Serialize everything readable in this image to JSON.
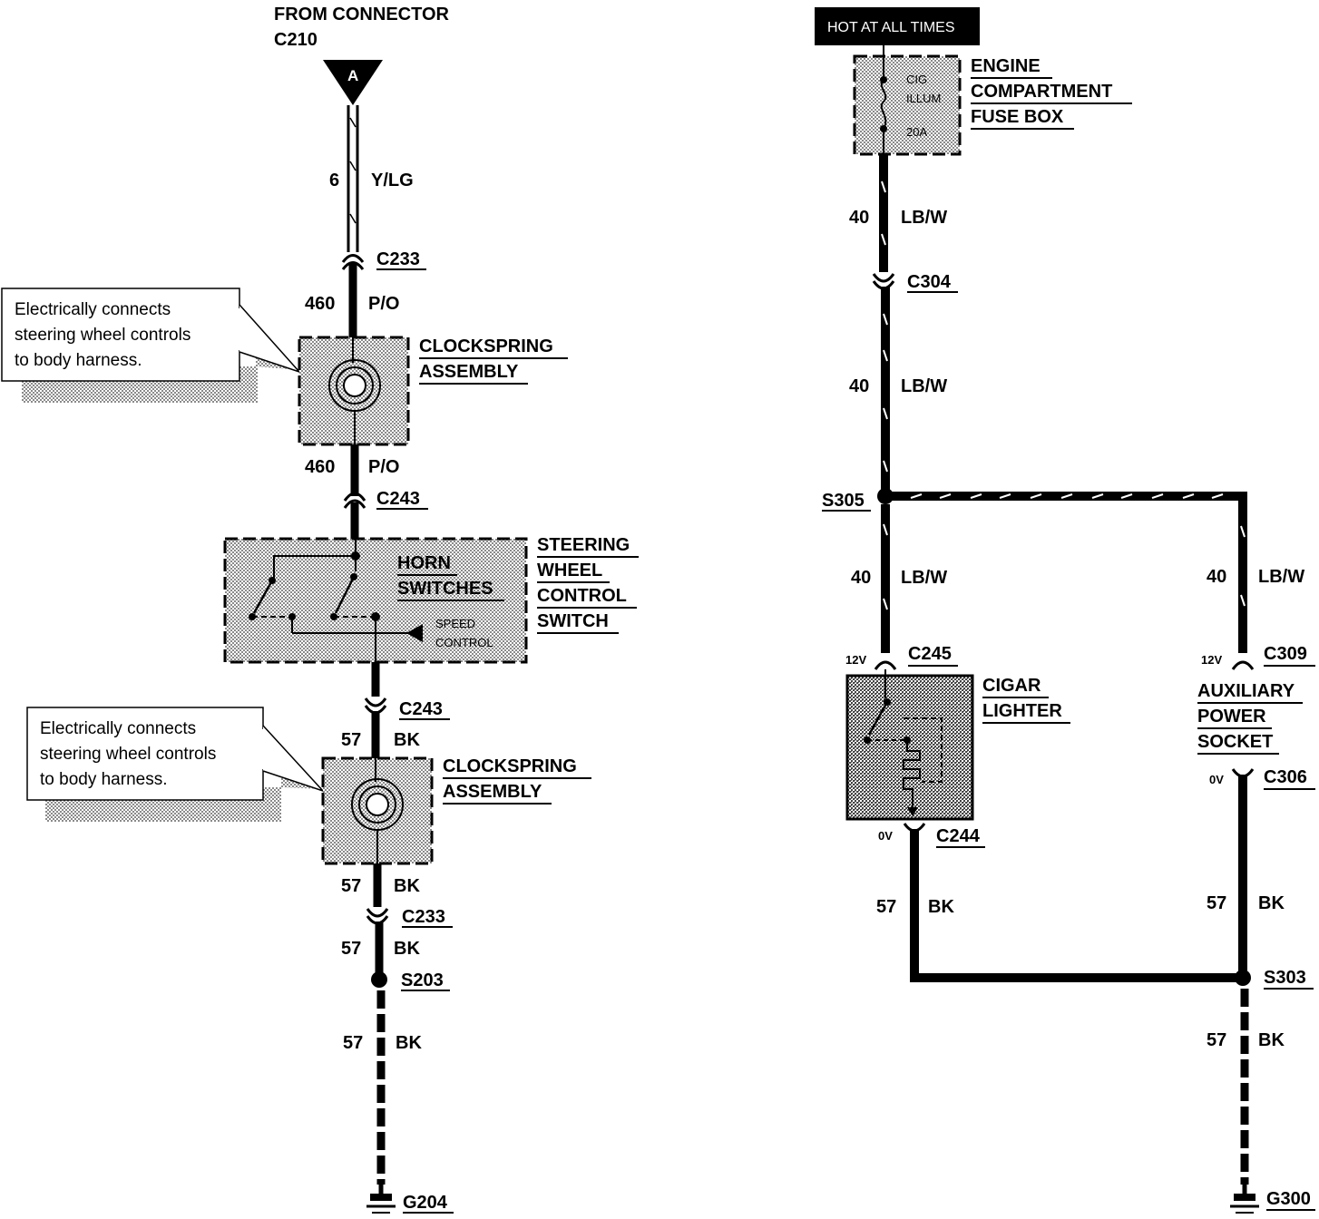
{
  "left": {
    "from_connector": {
      "line1": "FROM CONNECTOR",
      "line2": "C210",
      "pin": "A"
    },
    "wire_top": {
      "circuit": "6",
      "color": "Y/LG"
    },
    "c233_top": "C233",
    "wire_460a": {
      "circuit": "460",
      "color": "P/O"
    },
    "callout_top": [
      "Electrically connects",
      "steering wheel controls",
      "to body harness."
    ],
    "clockspring_top": [
      "CLOCKSPRING",
      "ASSEMBLY"
    ],
    "wire_460b": {
      "circuit": "460",
      "color": "P/O"
    },
    "c243_top": "C243",
    "horn_switches": [
      "HORN",
      "SWITCHES"
    ],
    "speed_control": [
      "SPEED",
      "CONTROL"
    ],
    "steering_switch": [
      "STEERING",
      "WHEEL",
      "CONTROL",
      "SWITCH"
    ],
    "c243_bottom": "C243",
    "wire_57a": {
      "circuit": "57",
      "color": "BK"
    },
    "callout_bottom": [
      "Electrically connects",
      "steering wheel controls",
      "to body harness."
    ],
    "clockspring_bottom": [
      "CLOCKSPRING",
      "ASSEMBLY"
    ],
    "wire_57b": {
      "circuit": "57",
      "color": "BK"
    },
    "c233_bottom": "C233",
    "wire_57c": {
      "circuit": "57",
      "color": "BK"
    },
    "s203": "S203",
    "wire_57d": {
      "circuit": "57",
      "color": "BK"
    },
    "g204": "G204"
  },
  "right": {
    "hot_label": "HOT AT ALL TIMES",
    "fuse": {
      "name1": "CIG",
      "name2": "ILLUM",
      "rating": "20A"
    },
    "fuse_box": [
      "ENGINE",
      "COMPARTMENT",
      "FUSE BOX"
    ],
    "wire_40a": {
      "circuit": "40",
      "color": "LB/W"
    },
    "c304": "C304",
    "wire_40b": {
      "circuit": "40",
      "color": "LB/W"
    },
    "s305": "S305",
    "wire_40c": {
      "circuit": "40",
      "color": "LB/W"
    },
    "wire_40d": {
      "circuit": "40",
      "color": "LB/W"
    },
    "c245": {
      "voltage": "12V",
      "name": "C245"
    },
    "c309": {
      "voltage": "12V",
      "name": "C309"
    },
    "cigar_lighter": [
      "CIGAR",
      "LIGHTER"
    ],
    "aux_socket": [
      "AUXILIARY",
      "POWER",
      "SOCKET"
    ],
    "c244": {
      "voltage": "0V",
      "name": "C244"
    },
    "c306": {
      "voltage": "0V",
      "name": "C306"
    },
    "wire_57e": {
      "circuit": "57",
      "color": "BK"
    },
    "wire_57f": {
      "circuit": "57",
      "color": "BK"
    },
    "s303": "S303",
    "wire_57g": {
      "circuit": "57",
      "color": "BK"
    },
    "g300": "G300"
  }
}
